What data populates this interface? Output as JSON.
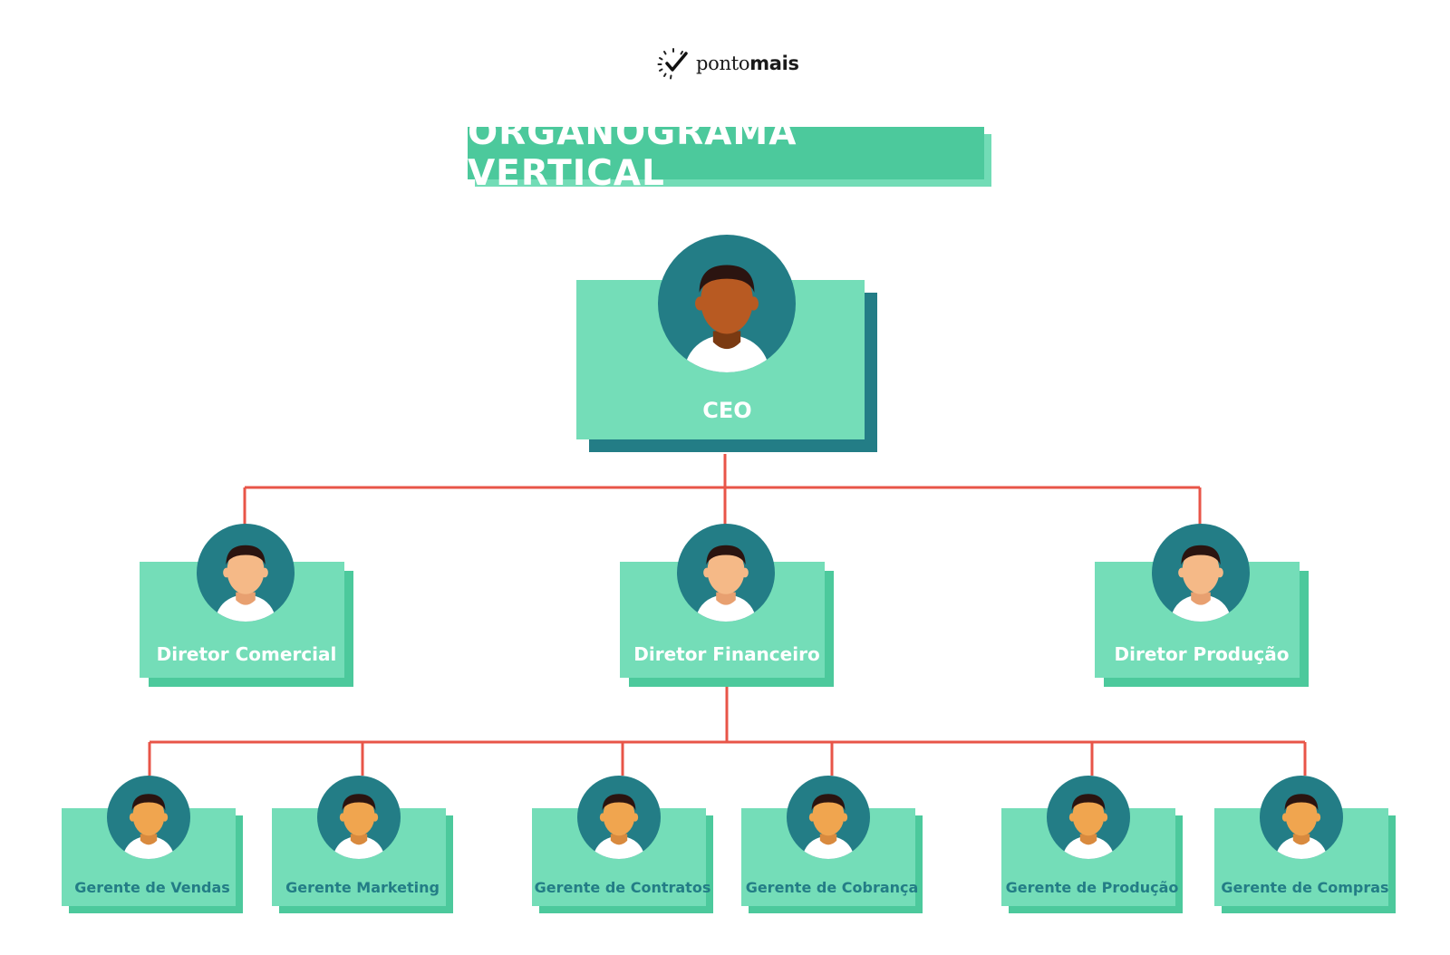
{
  "logo": {
    "text_light": "ponto",
    "text_bold": "mais"
  },
  "title": "ORGANOGRAMA VERTICAL",
  "colors": {
    "title_bg": "#4cc99c",
    "card": "#74ddb8",
    "card_shadow": "#4cc99c",
    "ceo_shadow": "#237d86",
    "avatar_circle": "#237d86",
    "connector": "#e85548",
    "manager_text": "#237d86"
  },
  "org": {
    "ceo": {
      "label": "CEO"
    },
    "directors": [
      {
        "label": "Diretor Comercial"
      },
      {
        "label": "Diretor Financeiro"
      },
      {
        "label": "Diretor Produção"
      }
    ],
    "managers": [
      {
        "label": "Gerente de Vendas"
      },
      {
        "label": "Gerente Marketing"
      },
      {
        "label": "Gerente de Contratos"
      },
      {
        "label": "Gerente de Cobrança"
      },
      {
        "label": "Gerente de Produção"
      },
      {
        "label": "Gerente de Compras"
      }
    ],
    "edges": [
      [
        "ceo",
        "directors.0"
      ],
      [
        "ceo",
        "directors.1"
      ],
      [
        "ceo",
        "directors.2"
      ],
      [
        "directors.1",
        "managers.0"
      ],
      [
        "directors.1",
        "managers.1"
      ],
      [
        "directors.1",
        "managers.2"
      ],
      [
        "directors.1",
        "managers.3"
      ],
      [
        "directors.1",
        "managers.4"
      ],
      [
        "directors.1",
        "managers.5"
      ]
    ]
  }
}
